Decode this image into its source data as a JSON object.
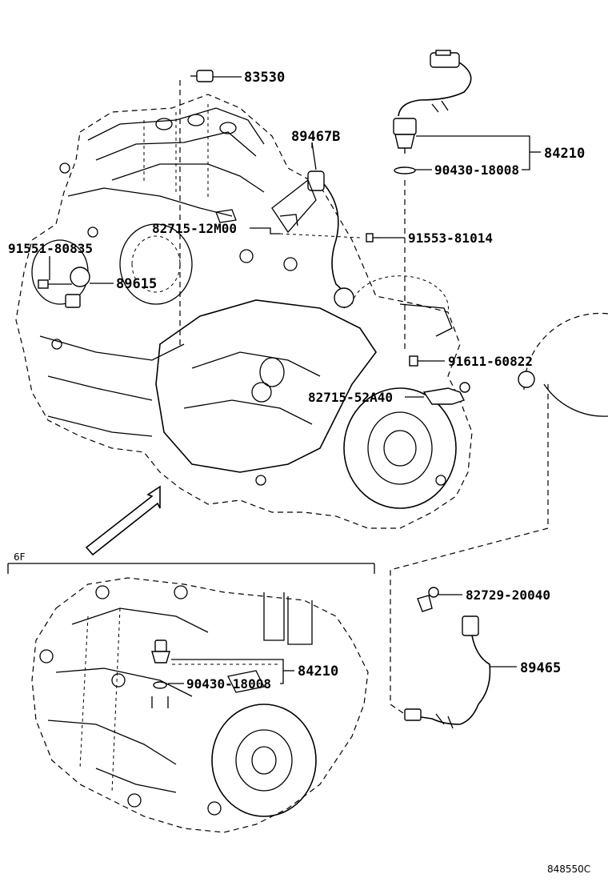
{
  "labels": {
    "p83530": "83530",
    "p89467b": "89467B",
    "p84210_top": "84210",
    "p90430_top": "90430-18008",
    "p82715_12m": "82715-12M00",
    "p91553": "91553-81014",
    "p91551": "91551-80835",
    "p89615": "89615",
    "p91611": "91611-60822",
    "p82715_52a": "82715-52A40",
    "p82729": "82729-20040",
    "p89465": "89465",
    "p84210_bot": "84210",
    "p90430_bot": "90430-18008",
    "section_6f": "6F",
    "diagram_code": "848550C"
  }
}
